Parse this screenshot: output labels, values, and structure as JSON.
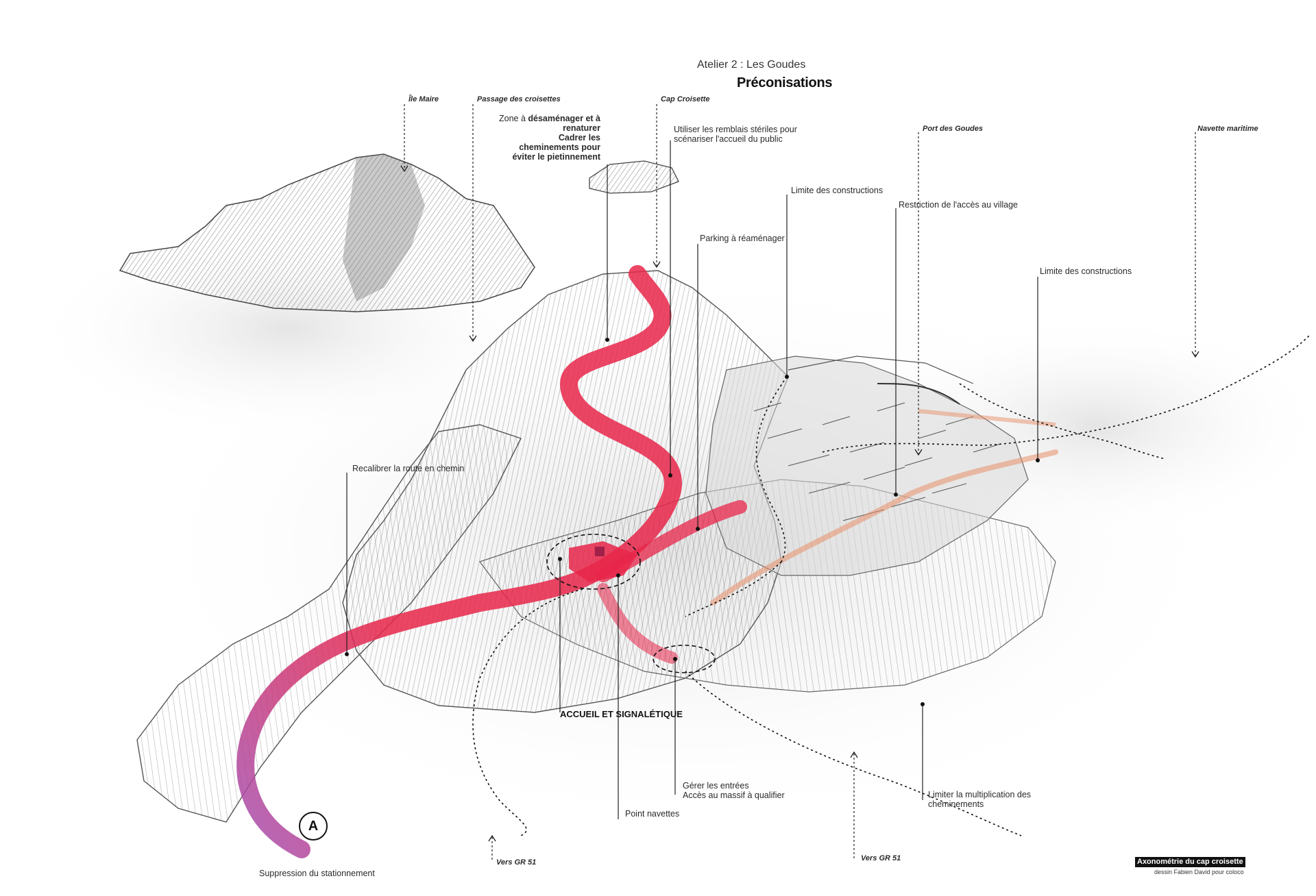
{
  "header": {
    "subtitle": "Atelier 2 : Les Goudes",
    "title": "Préconisations"
  },
  "places": {
    "ile_maire": "Île Maire",
    "passage": "Passage des croisettes",
    "cap": "Cap Croisette",
    "port": "Port des Goudes",
    "navette": "Navette maritime",
    "gr51_left": "Vers GR 51",
    "gr51_right": "Vers GR 51"
  },
  "annotations": {
    "zone_l1_a": "Zone à ",
    "zone_l1_b": "désaménager et à",
    "zone_l2": "renaturer",
    "zone_l3": "Cadrer les",
    "zone_l4": "cheminements pour",
    "zone_l5": "éviter le pietinnement",
    "remblais_l1": "Utiliser les remblais stériles pour",
    "remblais_l2": "scénariser l'accueil du public",
    "limite1": "Limite des constructions",
    "restriction": "Restriction de l'accès au village",
    "parking": "Parking à réaménager",
    "limite2": "Limite des constructions",
    "recalibrer": "Recalibrer la route en chemin",
    "accueil_l1": "ACCUEIL",
    "accueil_l2": "ET SIGNALÉTIQUE",
    "entrees_l1": "Gérer les entrées",
    "entrees_l2": "Accès au massif à qualifier",
    "limiter_l1": "Limiter la multiplication des",
    "limiter_l2": "cheminements",
    "navettes_point": "Point navettes",
    "suppression": "Suppression du stationnement"
  },
  "marker": {
    "label": "A"
  },
  "credits": {
    "title": "Axonométrie du cap croisette",
    "author": "dessin Fabien David pour coloco"
  },
  "colors": {
    "route_red": "#e8264a",
    "route_purple": "#a64fb0",
    "route_orange": "#e8906a",
    "sketch_grey": "#8a8a8a"
  }
}
